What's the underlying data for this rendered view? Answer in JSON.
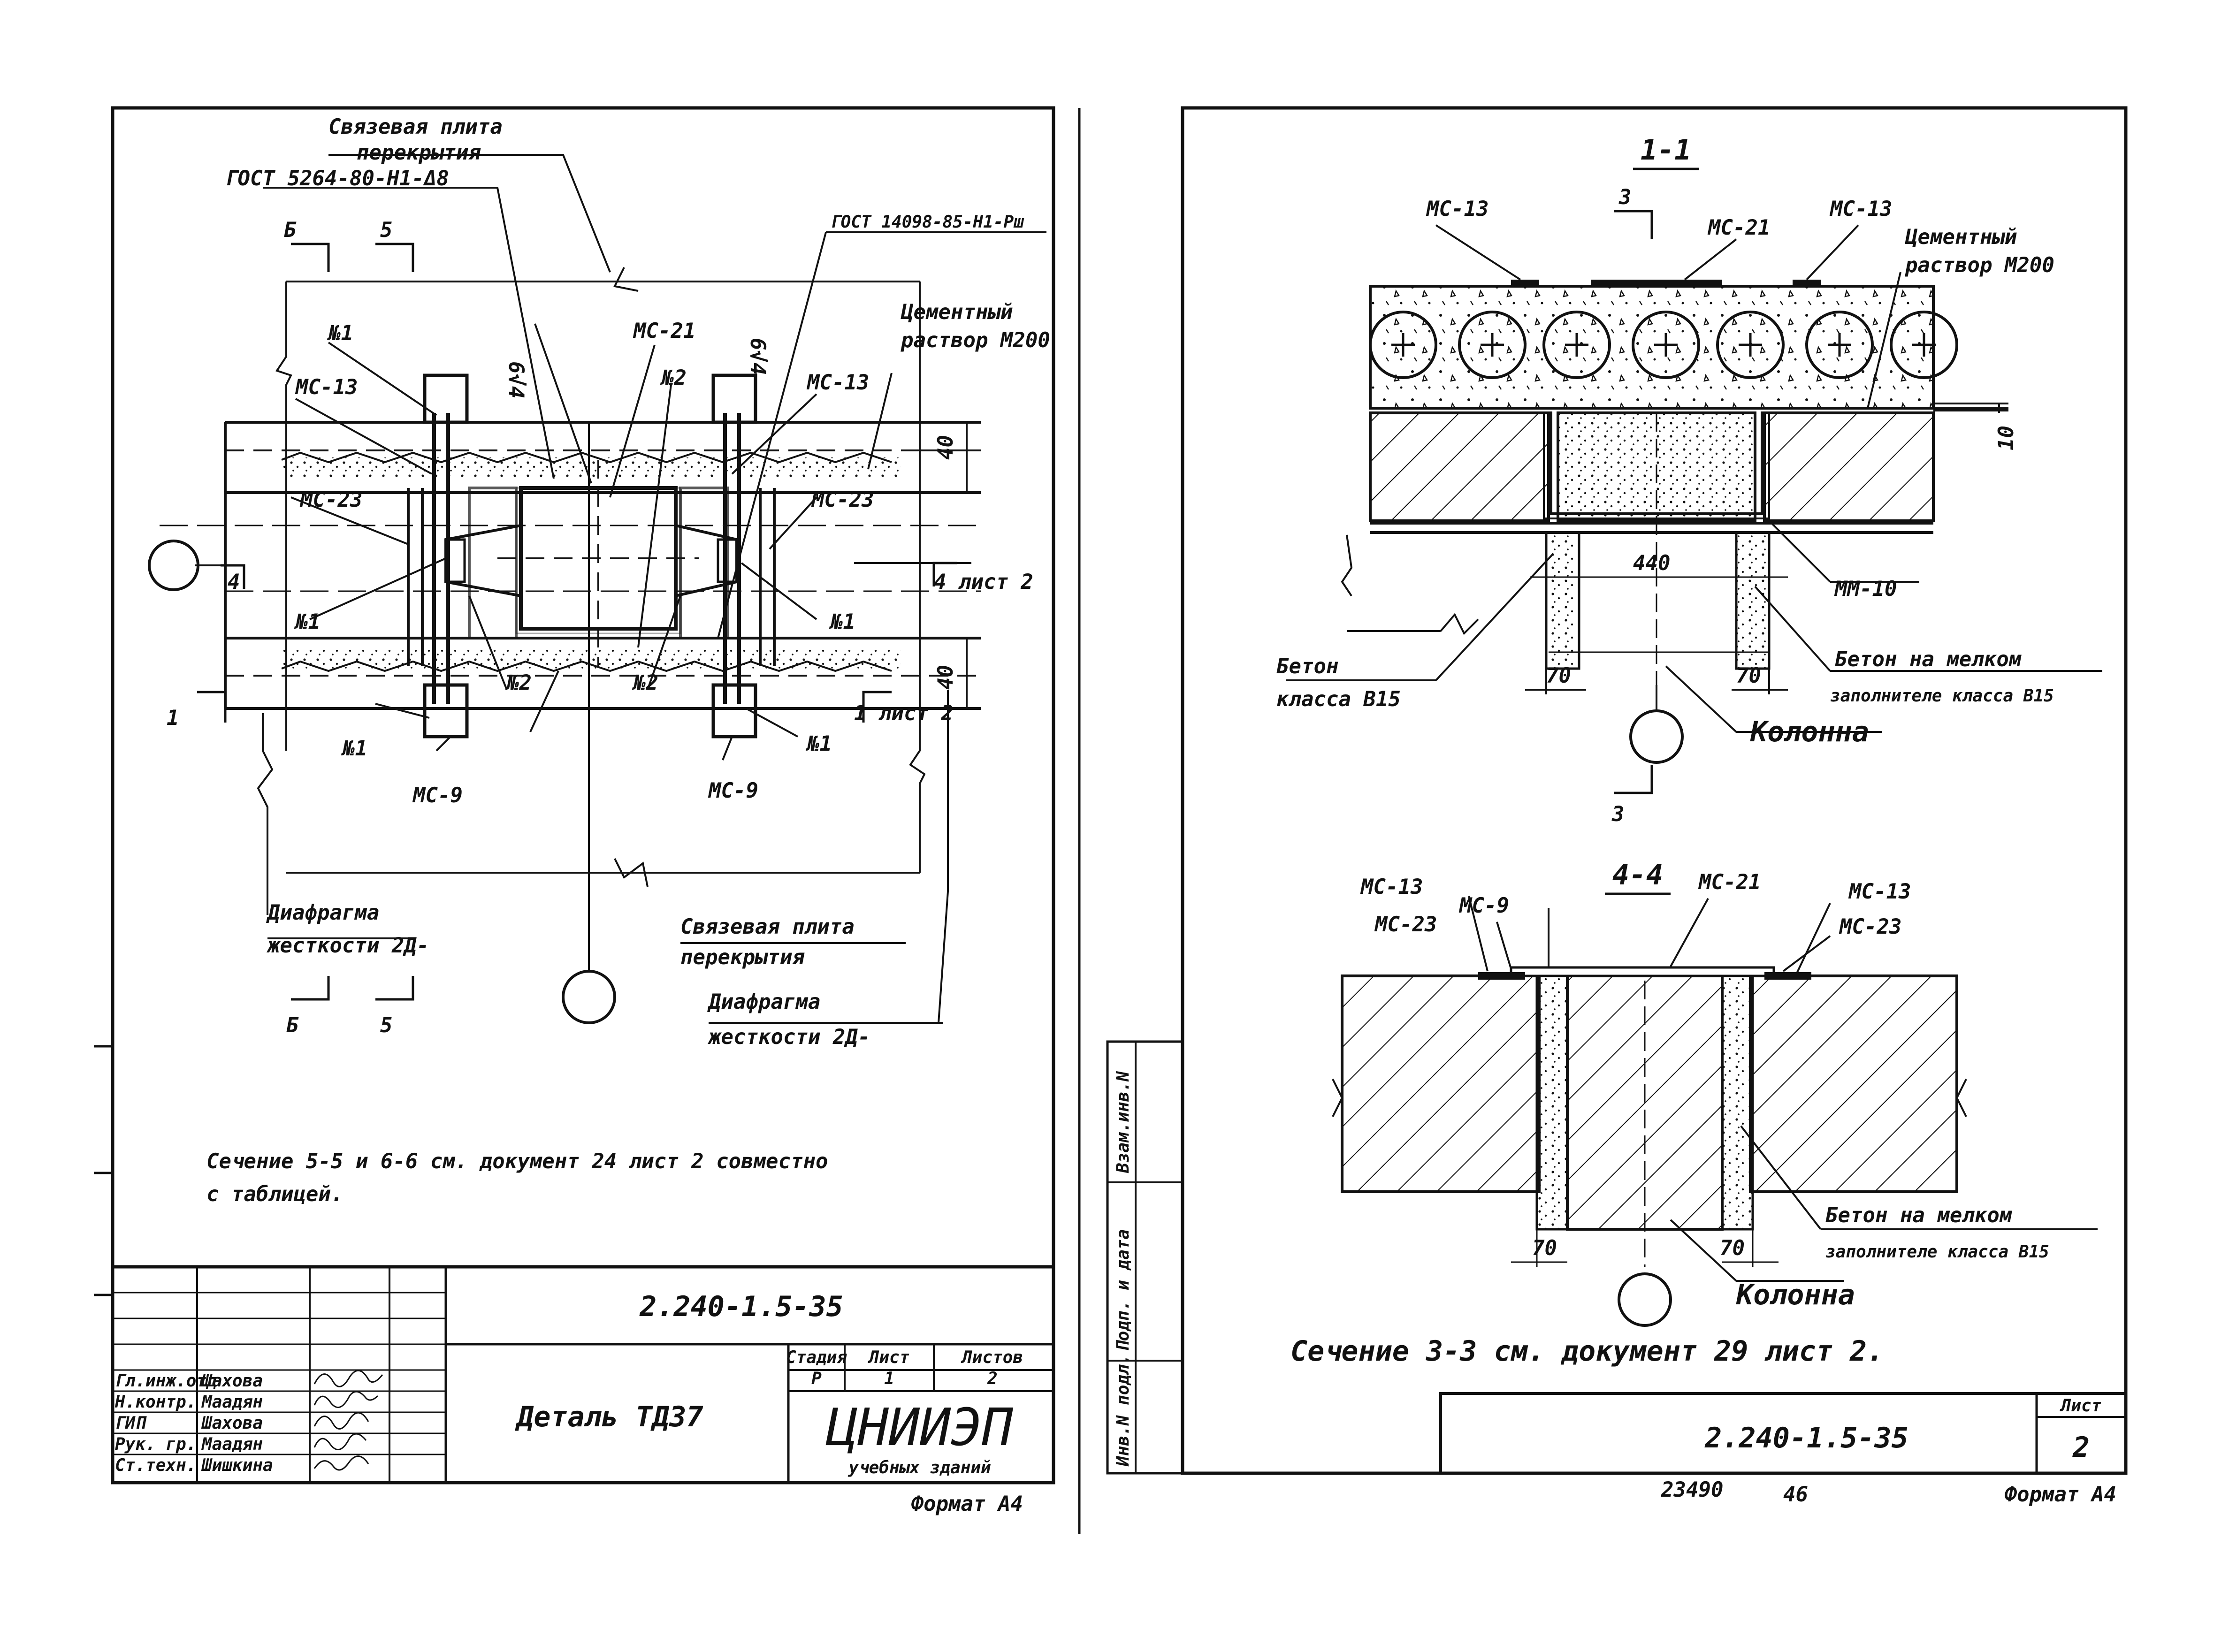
{
  "left_sheet": {
    "labels": {
      "slab_title_1": "Связевая плита",
      "slab_title_2": "перекрытия",
      "gost_slab": "ГОСТ 5264-80-Н1-Δ8",
      "gost_rebar": "ГОСТ 14098-85-Н1-Рш",
      "cement_1": "Цементный",
      "cement_2": "раствор М200",
      "cut_b_top": "Б",
      "cut_5_top": "5",
      "cut_b_bot": "Б",
      "cut_5_bot": "5",
      "mark_no1_a": "№1",
      "mark_no1_b": "№1",
      "mark_no1_c": "№1",
      "mark_no1_d": "№1",
      "mark_no1_e": "№1",
      "mark_no2_a": "№2",
      "mark_no2_b": "№2",
      "mark_no2_c": "№2",
      "mc13_a": "МС-13",
      "mc13_b": "МС-13",
      "mc21": "МС-21",
      "mc23_a": "МС-23",
      "mc23_b": "МС-23",
      "mc9_a": "МС-9",
      "mc9_b": "МС-9",
      "weld_a": "6√4",
      "weld_b": "6√4",
      "dim_40_a": "40",
      "dim_40_b": "40",
      "cut_4": "4",
      "cut_4_sheet": "4 лист 2",
      "cut_1": "1",
      "cut_1_sheet": "1 лист 2",
      "diaphragm_1a": "Диафрагма",
      "diaphragm_1b": "жесткости 2Д-",
      "slab_title_3": "Связевая плита",
      "slab_title_4": "перекрытия",
      "diaphragm_2a": "Диафрагма",
      "diaphragm_2b": "жесткости 2Д-",
      "note_1": "Сечение 5-5 и 6-6 см. документ 24 лист 2 совместно",
      "note_2": "с таблицей."
    },
    "title_block": {
      "code": "2.240-1.5-35",
      "name": "Деталь ТД37",
      "stage_hdr": "Стадия",
      "sheet_hdr": "Лист",
      "sheets_hdr": "Листов",
      "stage": "Р",
      "sheet": "1",
      "sheets": "2",
      "org": "ЦНИИЭП",
      "org_sub": "учебных зданий",
      "roles": [
        {
          "role": "Гл.инж.отд",
          "name": "Шахова"
        },
        {
          "role": "Н.контр.",
          "name": "Маадян"
        },
        {
          "role": "ГИП",
          "name": "Шахова"
        },
        {
          "role": "Рук. гр.",
          "name": "Маадян"
        },
        {
          "role": "Ст.техн.",
          "name": "Шишкина"
        }
      ],
      "format": "Формат А4"
    }
  },
  "right_sheet": {
    "section_1": {
      "title": "1-1",
      "mc13_a": "МС-13",
      "mc21": "МС-21",
      "mc13_b": "МС-13",
      "cut_3_top": "3",
      "cut_3_bot": "3",
      "cement_1": "Цементный",
      "cement_2": "раствор М200",
      "dim_10": "10",
      "dim_440": "440",
      "dim_70_a": "70",
      "dim_70_b": "70",
      "mm10": "ММ-10",
      "concrete_1": "Бетон",
      "concrete_2": "класса В15",
      "fine_1": "Бетон на мелком",
      "fine_2": "заполнителе класса В15",
      "column": "Колонна"
    },
    "section_4": {
      "title": "4-4",
      "mc13_a": "МС-13",
      "mc9": "МС-9",
      "mc23_a": "МС-23",
      "mc21": "МС-21",
      "mc13_b": "МС-13",
      "mc23_b": "МС-23",
      "dim_70_a": "70",
      "dim_70_b": "70",
      "fine_1": "Бетон на мелком",
      "fine_2": "заполнителе класса В15",
      "column": "Колонна"
    },
    "note": "Сечение 3-3 см. документ 29 лист 2.",
    "side_stamp": {
      "inv_replace": "Взам.инв.N",
      "signature_date": "Подп. и дата",
      "inv_original": "Инв.N подл."
    },
    "title_block": {
      "code": "2.240-1.5-35",
      "sheet_hdr": "Лист",
      "sheet": "2"
    },
    "archive_no": "23490",
    "page_no": "46",
    "format": "Формат А4"
  },
  "colors": {
    "ink": "#111111",
    "paper": "#ffffff"
  }
}
